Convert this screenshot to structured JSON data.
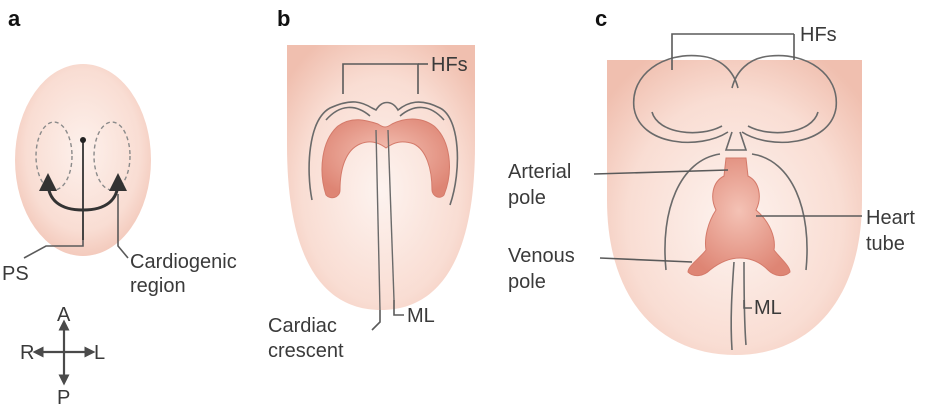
{
  "panels": {
    "a": {
      "letter": "a",
      "labels": {
        "ps": "PS",
        "cardiogenic_1": "Cardiogenic",
        "cardiogenic_2": "region"
      },
      "compass": {
        "anterior": "A",
        "posterior": "P",
        "right": "R",
        "left": "L"
      }
    },
    "b": {
      "letter": "b",
      "labels": {
        "hfs": "HFs",
        "ml": "ML",
        "cardiac_1": "Cardiac",
        "cardiac_2": "crescent"
      }
    },
    "c": {
      "letter": "c",
      "labels": {
        "hfs": "HFs",
        "arterial_1": "Arterial",
        "arterial_2": "pole",
        "venous_1": "Venous",
        "venous_2": "pole",
        "heart_1": "Heart",
        "heart_2": "tube",
        "ml": "ML"
      }
    }
  },
  "colors": {
    "embryo_fill": "#f9ddd3",
    "embryo_center": "#fdf1ec",
    "embryo_edge": "#eeb9a8",
    "heart_fill": "#e0897a",
    "heart_highlight": "#f4c2b5",
    "line": "#5a5a5a",
    "text": "#3a3a3a"
  }
}
